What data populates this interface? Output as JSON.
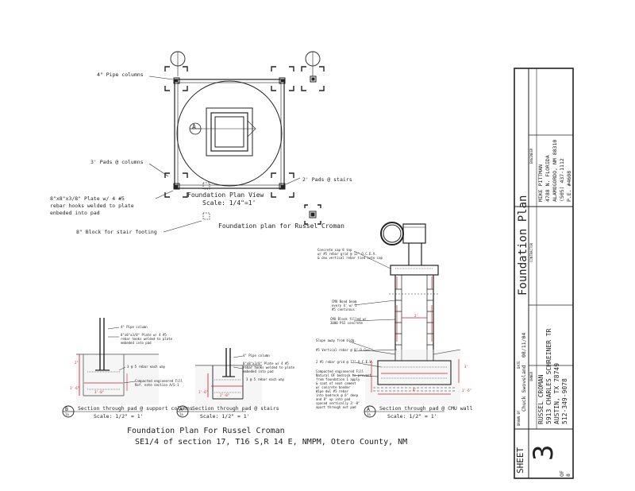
{
  "plan": {
    "pipe_columns": "4\" Pipe columns",
    "pads_columns": "3' Pads @ columns",
    "pads_stairs": "2' Pads @ stairs",
    "plate_line1": "8\"x8\"x3/8\" Plate w/ 4 #5",
    "plate_line2": "rebar hooks welded to plate",
    "plate_line3": "enbeded into pad",
    "block_stair": "8\" Block for stair footing",
    "view_title": "Foundation Plan View",
    "view_scale": "Scale: 1/4\"=1'",
    "plan_for": "Foundation plan for Russel Croman",
    "markers": [
      "B",
      "A",
      "A"
    ],
    "marker_subs": [
      "1a",
      "1a",
      "1a"
    ]
  },
  "sections": {
    "b_pipe": "4\" Pipe column",
    "b_plate1": "8\"x8\"x3/8\" Plate w/ 4 #5",
    "b_plate2": "rebar hooks welded to plate",
    "b_plate3": "embeded into pad",
    "b_rebar": "3 @ 5 rebar each way",
    "b_fill1": "Compacted engineered Fill",
    "b_fill2": "Ref. note section A/S-1",
    "b_dim_w": "3'-0\"",
    "b_dim_d": "1'-6\"",
    "b_dim_h": "2\"",
    "b_title": "Section through pad @ support columns",
    "b_scale": "Scale: 1/2\" = 1'",
    "a_pipe": "4\" Pipe column",
    "a_plate1": "8\"x8\"x3/8\" Plate w/ 4 #5",
    "a_plate2": "rebar hooks welded to plate",
    "a_plate3": "embeded into pad",
    "a_rebar": "3 @ 5 rebar each way",
    "a_dim_w": "2'-0\"",
    "a_dim_d": "1'-6\"",
    "a_title": "Section through pad @ stairs",
    "a_scale": "Scale: 1/2\" = 1'",
    "c_cap1": "Concrete cap 8 top",
    "c_cap2": "w/ #5 rebar grid @ 12\" O.C.E.V.",
    "c_cap3": "& cmu vertical rebar tied into cap",
    "c_bond1": "CMU Bond beam",
    "c_bond2": "every 4' w/ 1",
    "c_bond3": "#5 continous",
    "c_fill1": "CMU Block filled w/",
    "c_fill2": "3000 PSI concrete",
    "c_slope": "Slope away from bldg.",
    "c_vrebar": "#5 Vertical rebar @ 8\" O.C.",
    "c_grid": "2 #5 rebar grid @ 12\" O.C.E.V.",
    "c_comp1": "Compacted engineered Fill",
    "c_comp2": "Natural OF bedrock to prevent",
    "c_comp3": "from foundation 1 apply",
    "c_comp4": "& coat of neat cement",
    "c_comp5": "w/ concrete bonder",
    "c_comp6": "Wipe dwl #5 rebar",
    "c_comp7": "into bedrock @ 6\" deep",
    "c_comp8": "and 8\" up into pad",
    "c_comp9": "spaced vertically 3'-0\"",
    "c_comp10": "apart through out pad",
    "c_dim_h": "3'",
    "c_dim_w": "4'",
    "c_dim_d": "1'-6\"",
    "c_dim_v": "2'",
    "c_title": "Section through pad @ CMU wall",
    "c_scale": "Scale: 1/2\" = 1'"
  },
  "caption": {
    "line1": "Foundation Plan For Russel Croman",
    "line2": "SE1/4 of section 17, T16 S,R 14 E, NMPM, Otero County, NM"
  },
  "title_block": {
    "sheet_label": "SHEET",
    "sheet_number": "3",
    "of_label": "OF",
    "of_total": "8",
    "drawn_by_label": "DRAWN BY",
    "drawn_by": "Chuck Swoveland",
    "date_label": "DATE",
    "date": "08/11/04",
    "owner_label": "OWNER",
    "owner_name": "RUSSEL CROMAN",
    "owner_addr1": "5913 CHARLES SCHREINER TR",
    "owner_addr2": "AUSTIN, TX 78749",
    "owner_phone": "512-349-9078",
    "contractor_label": "CONTRACTOR",
    "sheet_title": "Foundation Plan",
    "engineer_label": "ENGINEER",
    "eng_name": "MIKE PITTMAN",
    "eng_addr1": "4788 N. FLORIDA",
    "eng_addr2": "ALAMOGORDO, NM 88310",
    "eng_phone": "(505) 437-1112",
    "eng_pe": "P.E. #4608"
  },
  "colors": {
    "ink": "#222222",
    "accent_red": "#d01a2a",
    "paper": "#ffffff"
  }
}
